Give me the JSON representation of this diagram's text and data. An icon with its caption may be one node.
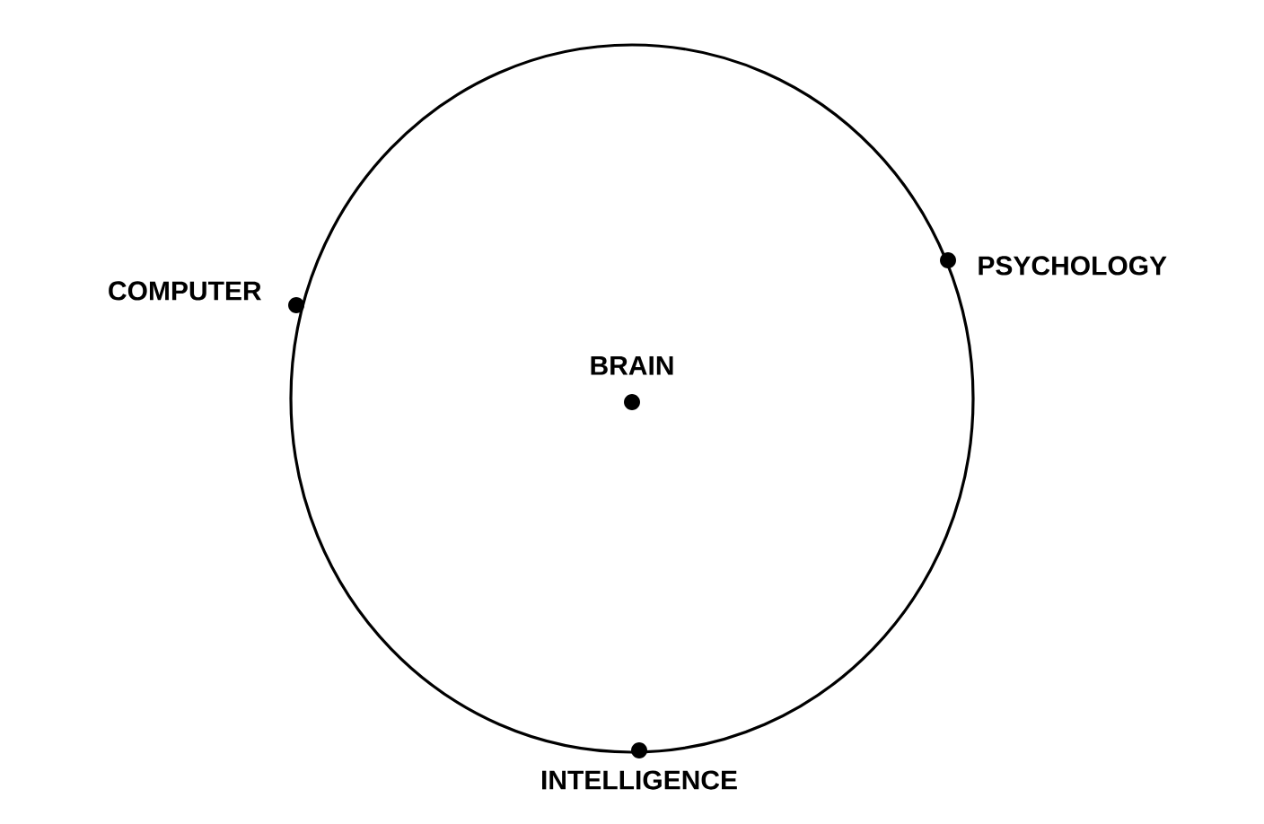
{
  "diagram": {
    "labels": [
      "PSYCHOLOGY",
      "COMPUTER",
      "BRAIN",
      "INTELLIGENCE"
    ]
  }
}
